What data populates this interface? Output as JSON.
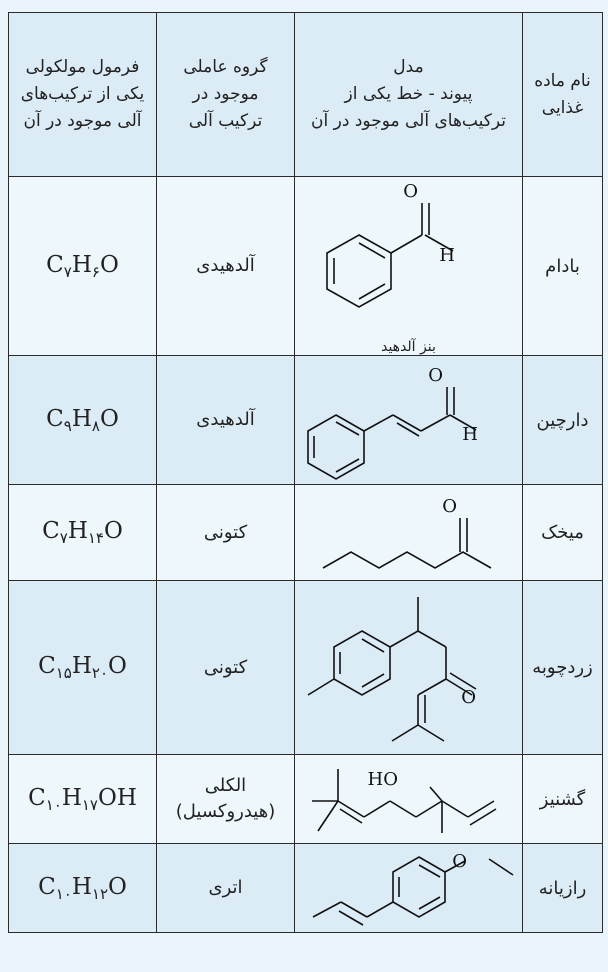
{
  "headers": {
    "food_name": "نام ماده غذایی",
    "model": "مدل\nپیوند - خط یکی از ترکیب‌های آلی موجود در آن",
    "functional_group": "گروه عاملی موجود در ترکیب آلی",
    "formula": "فرمول مولکولی یکی از ترکیب‌های آلی موجود در آن"
  },
  "rows": [
    {
      "food": "بادام",
      "group": "آلدهیدی",
      "model_caption": "بنز آلدهید",
      "formula": {
        "c": "C",
        "c_n": "۷",
        "h": "H",
        "h_n": "۶",
        "rest": "O"
      }
    },
    {
      "food": "دارچین",
      "group": "آلدهیدی",
      "model_caption": "",
      "formula": {
        "c": "C",
        "c_n": "۹",
        "h": "H",
        "h_n": "۸",
        "rest": "O"
      }
    },
    {
      "food": "میخک",
      "group": "کتونی",
      "model_caption": "",
      "formula": {
        "c": "C",
        "c_n": "۷",
        "h": "H",
        "h_n": "۱۴",
        "rest": "O"
      }
    },
    {
      "food": "زردچوبه",
      "group": "کتونی",
      "model_caption": "",
      "formula": {
        "c": "C",
        "c_n": "۱۵",
        "h": "H",
        "h_n": "۲۰",
        "rest": "O"
      }
    },
    {
      "food": "گشنیز",
      "group": "الکلی\n(هیدروکسیل)",
      "model_caption": "",
      "formula": {
        "c": "C",
        "c_n": "۱۰",
        "h": "H",
        "h_n": "۱۷",
        "rest": "OH"
      }
    },
    {
      "food": "رازیانه",
      "group": "اتری",
      "model_caption": "",
      "formula": {
        "c": "C",
        "c_n": "۱۰",
        "h": "H",
        "h_n": "۱۲",
        "rest": "O"
      }
    }
  ],
  "atom_labels": {
    "o": "O",
    "h": "H",
    "ho": "HO"
  }
}
